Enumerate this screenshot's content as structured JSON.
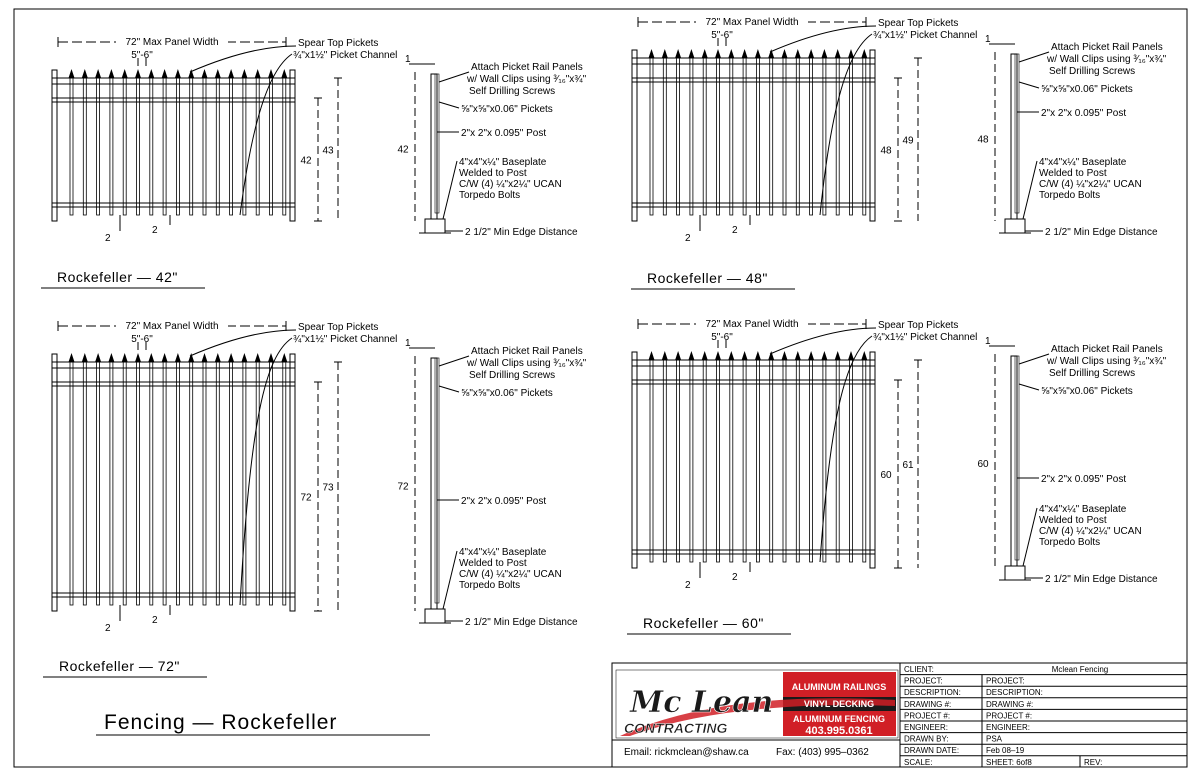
{
  "sheet_title": "Fencing — Rockefeller",
  "panels": [
    {
      "title": "Rockefeller — 42\"",
      "max_panel_width": "72\" Max Panel Width",
      "spacing": "5\"-6\"",
      "spear_top": "Spear Top Pickets",
      "channel": "¾\"x1½\" Picket Channel",
      "height_inner": "42",
      "height_outer": "43",
      "side_height": "42",
      "side_top_gap": "1",
      "bottom_left": "2",
      "bottom_mid": "2",
      "attach_1": "Attach Picket Rail Panels",
      "attach_2": "w/ Wall Clips using ³⁄₁₆\"x¾\"",
      "attach_3": "Self Drilling Screws",
      "pickets": "⅝\"x⅝\"x0.06\" Pickets",
      "post": "2\"x 2\"x 0.095\" Post",
      "base_1": "4\"x4\"x¼\" Baseplate",
      "base_2": "Welded to Post",
      "base_3": "C/W (4) ¼\"x2¼\" UCAN",
      "base_4": "Torpedo Bolts",
      "edge": "2 1/2\" Min Edge Distance"
    },
    {
      "title": "Rockefeller — 48\"",
      "max_panel_width": "72\" Max Panel Width",
      "spacing": "5\"-6\"",
      "spear_top": "Spear Top Pickets",
      "channel": "¾\"x1½\" Picket Channel",
      "height_inner": "48",
      "height_outer": "49",
      "side_height": "48",
      "side_top_gap": "1",
      "bottom_left": "2",
      "bottom_mid": "2",
      "attach_1": "Attach Picket Rail Panels",
      "attach_2": "w/ Wall Clips using ³⁄₁₆\"x¾\"",
      "attach_3": "Self Drilling Screws",
      "pickets": "⅝\"x⅝\"x0.06\" Pickets",
      "post": "2\"x 2\"x 0.095\" Post",
      "base_1": "4\"x4\"x¼\" Baseplate",
      "base_2": "Welded to Post",
      "base_3": "C/W (4) ¼\"x2¼\" UCAN",
      "base_4": "Torpedo Bolts",
      "edge": "2 1/2\" Min Edge Distance"
    },
    {
      "title": "Rockefeller — 72\"",
      "max_panel_width": "72\" Max Panel Width",
      "spacing": "5\"-6\"",
      "spear_top": "Spear Top Pickets",
      "channel": "¾\"x1½\" Picket Channel",
      "height_inner": "72",
      "height_outer": "73",
      "side_height": "72",
      "side_top_gap": "1",
      "bottom_left": "2",
      "bottom_mid": "2",
      "attach_1": "Attach Picket Rail Panels",
      "attach_2": "w/ Wall Clips using ³⁄₁₆\"x¾\"",
      "attach_3": "Self Drilling Screws",
      "pickets": "⅝\"x⅝\"x0.06\" Pickets",
      "post": "2\"x 2\"x 0.095\" Post",
      "base_1": "4\"x4\"x¼\" Baseplate",
      "base_2": "Welded to Post",
      "base_3": "C/W (4) ¼\"x2¼\" UCAN",
      "base_4": "Torpedo Bolts",
      "edge": "2 1/2\" Min Edge Distance"
    },
    {
      "title": "Rockefeller — 60\"",
      "max_panel_width": "72\" Max Panel Width",
      "spacing": "5\"-6\"",
      "spear_top": "Spear Top Pickets",
      "channel": "¾\"x1½\" Picket Channel",
      "height_inner": "60",
      "height_outer": "61",
      "side_height": "60",
      "side_top_gap": "1",
      "bottom_left": "2",
      "bottom_mid": "2",
      "attach_1": "Attach Picket Rail Panels",
      "attach_2": "w/ Wall Clips using ³⁄₁₆\"x¾\"",
      "attach_3": "Self Drilling Screws",
      "pickets": "⅝\"x⅝\"x0.06\" Pickets",
      "post": "2\"x 2\"x 0.095\" Post",
      "base_1": "4\"x4\"x¼\" Baseplate",
      "base_2": "Welded to Post",
      "base_3": "C/W (4) ¼\"x2¼\" UCAN",
      "base_4": "Torpedo Bolts",
      "edge": "2 1/2\" Min Edge Distance"
    }
  ],
  "logo": {
    "brand_1": "Mc Lean",
    "brand_2": "CONTRACTING",
    "service_1": "ALUMINUM RAILINGS",
    "service_2": "VINYL DECKING",
    "service_3": "ALUMINUM FENCING",
    "phone": "403.995.0361",
    "band_color": "#d11f26",
    "dark_color": "#1a1a1a"
  },
  "contact": {
    "email": "Email:  rickmclean@shaw.ca",
    "fax": "Fax:   (403) 995–0362"
  },
  "title_block": {
    "client_label": "CLIENT:",
    "client_value": "Mclean Fencing",
    "rows": [
      {
        "label": "PROJECT:",
        "value": "PROJECT:"
      },
      {
        "label": "DESCRIPTION:",
        "value": "DESCRIPTION:"
      },
      {
        "label": "DRAWING #:",
        "value": "DRAWING #:"
      },
      {
        "label": "PROJECT #:",
        "value": "PROJECT #:"
      },
      {
        "label": "ENGINEER:",
        "value": "ENGINEER:"
      },
      {
        "label": "DRAWN BY:",
        "value": "PSA"
      },
      {
        "label": "DRAWN DATE:",
        "value": "Feb 08–19"
      }
    ],
    "scale_label": "SCALE:",
    "sheet_label": "SHEET:  6of8",
    "rev_label": "REV:"
  }
}
